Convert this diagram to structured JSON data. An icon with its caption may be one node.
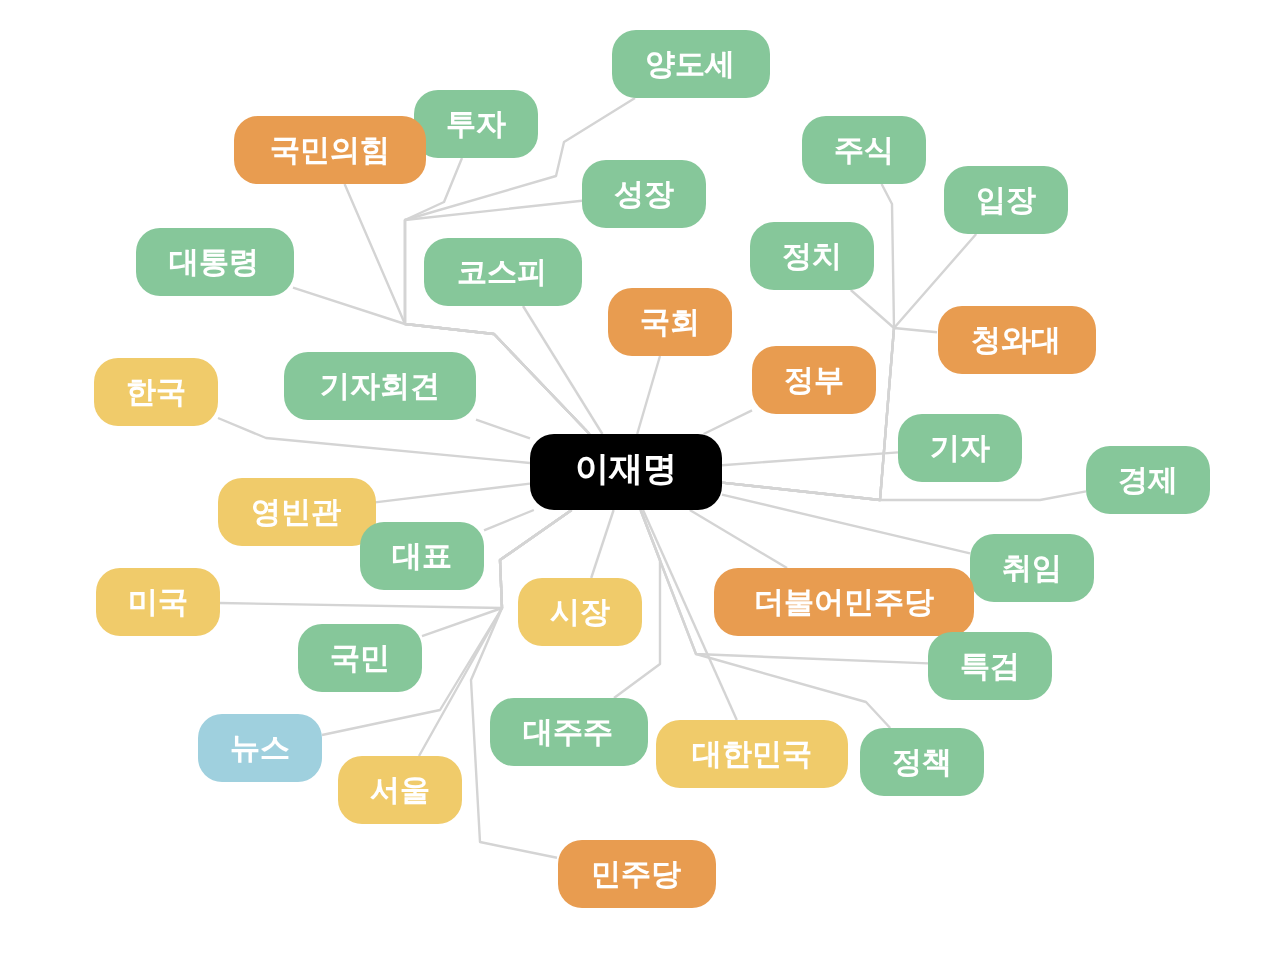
{
  "diagram": {
    "nodes": [
      {
        "text": [
          "이재명"
        ]
      },
      {
        "text": [
          "양도세"
        ]
      },
      {
        "text": [
          "투자"
        ]
      },
      {
        "text": [
          "국민의힘"
        ]
      },
      {
        "text": [
          "주식"
        ]
      },
      {
        "text": [
          "성장"
        ]
      },
      {
        "text": [
          "입장"
        ]
      },
      {
        "text": [
          "대통령"
        ]
      },
      {
        "text": [
          "코스피"
        ]
      },
      {
        "text": [
          "정치"
        ]
      },
      {
        "text": [
          "국회"
        ]
      },
      {
        "text": [
          "청와대"
        ]
      },
      {
        "text": [
          "정부"
        ]
      },
      {
        "text": [
          "한국"
        ]
      },
      {
        "text": [
          "기자회견"
        ]
      },
      {
        "text": [
          "기자"
        ]
      },
      {
        "text": [
          "경제"
        ]
      },
      {
        "text": [
          "영빈관"
        ]
      },
      {
        "text": [
          "대표"
        ]
      },
      {
        "text": [
          "취임"
        ]
      },
      {
        "text": [
          "미국"
        ]
      },
      {
        "text": [
          "더불어민주당"
        ]
      },
      {
        "text": [
          "시장"
        ]
      },
      {
        "text": [
          "국민"
        ]
      },
      {
        "text": [
          "특검"
        ]
      },
      {
        "text": [
          "대주주"
        ]
      },
      {
        "text": [
          "뉴스"
        ]
      },
      {
        "text": [
          "대한민국"
        ]
      },
      {
        "text": [
          "정책"
        ]
      },
      {
        "text": [
          "서울"
        ]
      },
      {
        "text": [
          "민주당"
        ]
      }
    ],
    "edges": [
      {
        "from": 0,
        "to": 1,
        "arrow": "none"
      },
      {
        "from": 0,
        "to": 2,
        "arrow": "none"
      },
      {
        "from": 0,
        "to": 3,
        "arrow": "none"
      },
      {
        "from": 0,
        "to": 4,
        "arrow": "none"
      },
      {
        "from": 0,
        "to": 5,
        "arrow": "none"
      },
      {
        "from": 0,
        "to": 6,
        "arrow": "none"
      },
      {
        "from": 0,
        "to": 7,
        "arrow": "none"
      },
      {
        "from": 0,
        "to": 8,
        "arrow": "none"
      },
      {
        "from": 0,
        "to": 9,
        "arrow": "none"
      },
      {
        "from": 0,
        "to": 10,
        "arrow": "none"
      },
      {
        "from": 0,
        "to": 11,
        "arrow": "none"
      },
      {
        "from": 0,
        "to": 12,
        "arrow": "none"
      },
      {
        "from": 0,
        "to": 13,
        "arrow": "none"
      },
      {
        "from": 0,
        "to": 14,
        "arrow": "none"
      },
      {
        "from": 0,
        "to": 15,
        "arrow": "none"
      },
      {
        "from": 0,
        "to": 16,
        "arrow": "none"
      },
      {
        "from": 0,
        "to": 17,
        "arrow": "none"
      },
      {
        "from": 0,
        "to": 18,
        "arrow": "none"
      },
      {
        "from": 0,
        "to": 19,
        "arrow": "none"
      },
      {
        "from": 0,
        "to": 20,
        "arrow": "none"
      },
      {
        "from": 0,
        "to": 21,
        "arrow": "none"
      },
      {
        "from": 0,
        "to": 22,
        "arrow": "none"
      },
      {
        "from": 0,
        "to": 23,
        "arrow": "none"
      },
      {
        "from": 0,
        "to": 24,
        "arrow": "none"
      },
      {
        "from": 0,
        "to": 25,
        "arrow": "none"
      },
      {
        "from": 0,
        "to": 26,
        "arrow": "none"
      },
      {
        "from": 0,
        "to": 27,
        "arrow": "none"
      },
      {
        "from": 0,
        "to": 28,
        "arrow": "none"
      },
      {
        "from": 0,
        "to": 29,
        "arrow": "none"
      },
      {
        "from": 0,
        "to": 30,
        "arrow": "none"
      }
    ]
  }
}
